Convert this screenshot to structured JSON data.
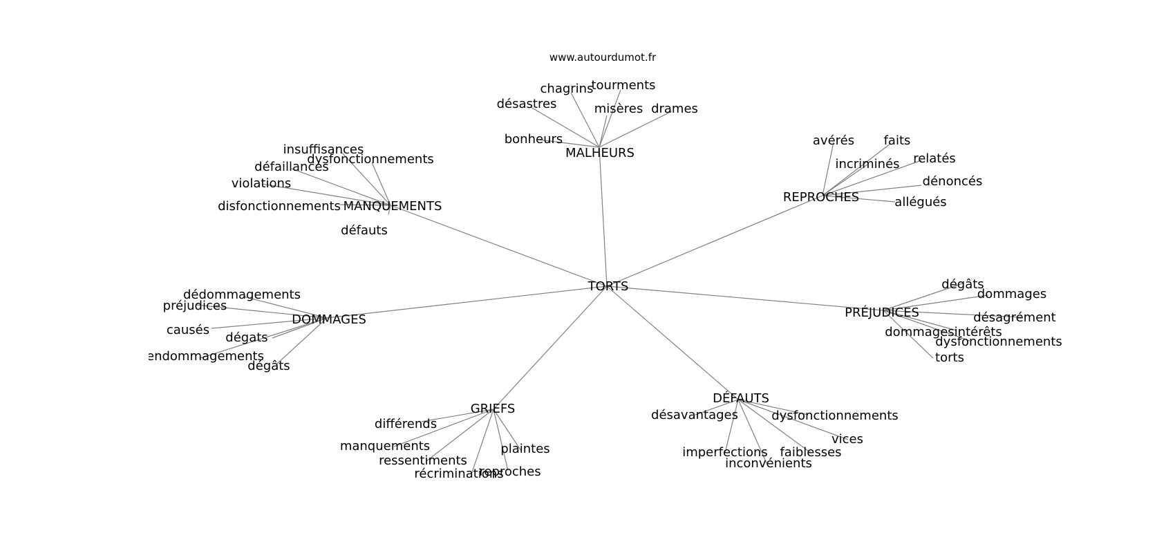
{
  "source": "www.autourdumot.fr",
  "center": "TORTS",
  "groups": [
    {
      "id": "malheurs",
      "label": "MALHEURS",
      "children": [
        "tourments",
        "chagrins",
        "désastres",
        "misères",
        "drames",
        "bonheurs"
      ]
    },
    {
      "id": "reproches",
      "label": "REPROCHES",
      "children": [
        "avérés",
        "faits",
        "incriminés",
        "relatés",
        "dénoncés",
        "allégués"
      ]
    },
    {
      "id": "manquements",
      "label": "MANQUEMENTS",
      "children": [
        "insuffisances",
        "dysfonctionnements",
        "défaillances",
        "violations",
        "disfonctionnements",
        "défauts"
      ]
    },
    {
      "id": "dommages",
      "label": "DOMMAGES",
      "children": [
        "dédommagements",
        "préjudices",
        "causés",
        "dégats",
        "endommagements",
        "dégâts"
      ]
    },
    {
      "id": "prejudices",
      "label": "PRÉJUDICES",
      "children": [
        "dégâts",
        "dommages",
        "désagrément",
        "dommagesintérêts",
        "dysfonctionnements",
        "torts"
      ]
    },
    {
      "id": "griefs",
      "label": "GRIEFS",
      "children": [
        "différends",
        "manquements",
        "ressentiments",
        "récriminations",
        "reproches",
        "plaintes"
      ]
    },
    {
      "id": "defauts",
      "label": "DÉFAUTS",
      "children": [
        "désavantages",
        "dysfonctionnements",
        "vices",
        "imperfections",
        "faiblesses",
        "inconvénients"
      ]
    }
  ]
}
